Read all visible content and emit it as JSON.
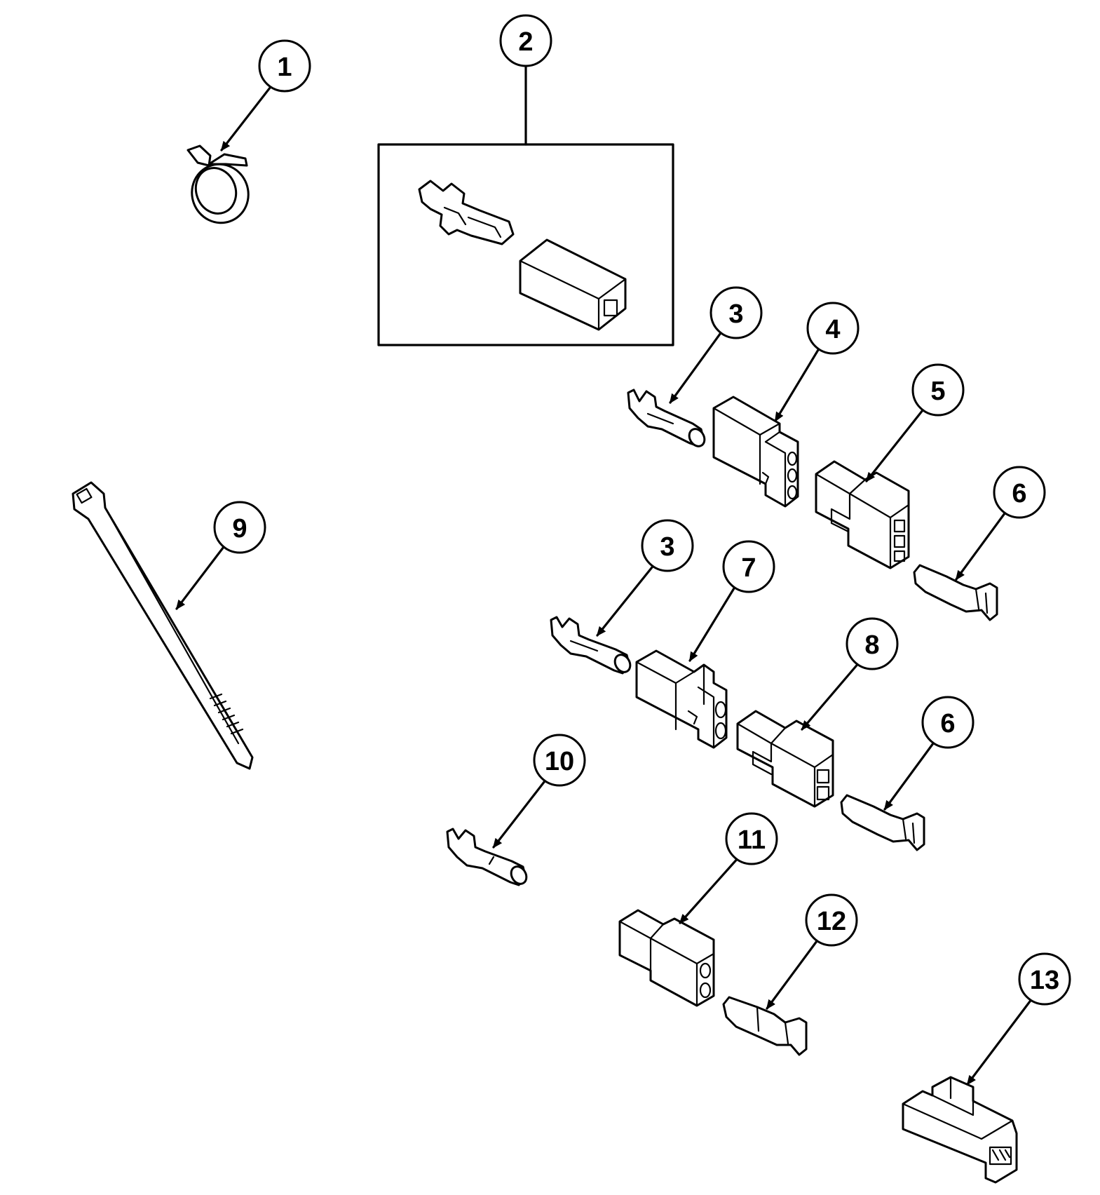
{
  "diagram": {
    "callouts": [
      "1",
      "2",
      "3",
      "4",
      "5",
      "6",
      "3",
      "7",
      "8",
      "6",
      "9",
      "10",
      "11",
      "12",
      "13"
    ]
  }
}
